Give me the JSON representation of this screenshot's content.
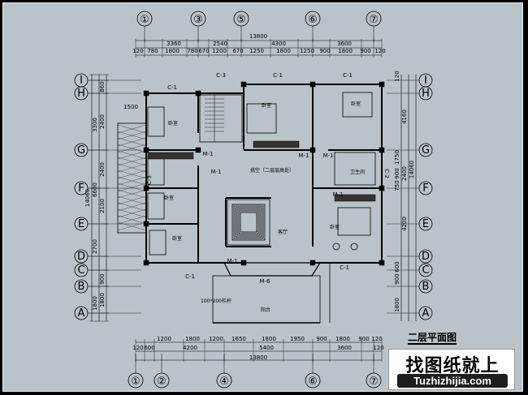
{
  "drawing_title": "二层平面图",
  "watermark": {
    "brand_cn": "找图纸就上",
    "url": "Tuzhizhijia.com"
  },
  "grid_axes": {
    "top": [
      "①",
      "③",
      "⑤",
      "⑥",
      "⑦"
    ],
    "bottom": [
      "①",
      "②",
      "④",
      "⑥",
      "⑦"
    ],
    "rows": [
      "I",
      "H",
      "G",
      "F",
      "E",
      "D",
      "C",
      "B",
      "A"
    ]
  },
  "dimensions": {
    "top_total": "13800",
    "top_major": [
      "3360",
      "2540",
      "4300",
      "3600"
    ],
    "top_minor": [
      "120",
      "780",
      "1800",
      "780",
      "670",
      "1200",
      "670",
      "1250",
      "1800",
      "1250",
      "900",
      "1800",
      "900",
      "120"
    ],
    "bottom_total": "13800",
    "bottom_major": [
      "120",
      "600",
      "4200",
      "5400",
      "3600",
      "120"
    ],
    "bottom_minor": [
      "1200",
      "1800",
      "1200",
      "1650",
      "1800",
      "1950",
      "900",
      "1800",
      "900",
      "120"
    ],
    "left_total": "14060",
    "left_mid": [
      "3300",
      "6600",
      "2700",
      "1800"
    ],
    "left_minor": [
      "860",
      "2400",
      "2400",
      "2100",
      "900",
      "1800"
    ],
    "left_small": [
      "1500"
    ],
    "right_total": "14060",
    "right_mid": [
      "4160",
      "2400",
      "4200"
    ],
    "right_minor": [
      "120",
      "1750",
      "900",
      "750",
      "600",
      "900",
      "1800"
    ]
  },
  "rooms": {
    "bedroom": "卧室",
    "living": "客厅",
    "bathroom": "卫生间",
    "terrace": "阳台",
    "void": "挑空（二层层高处）",
    "railing_note": "100*200栏杆"
  },
  "labels": {
    "c1": "C-1",
    "c2": "C-2",
    "c3": "C-3",
    "m1": "M-1",
    "m6": "M-6"
  }
}
